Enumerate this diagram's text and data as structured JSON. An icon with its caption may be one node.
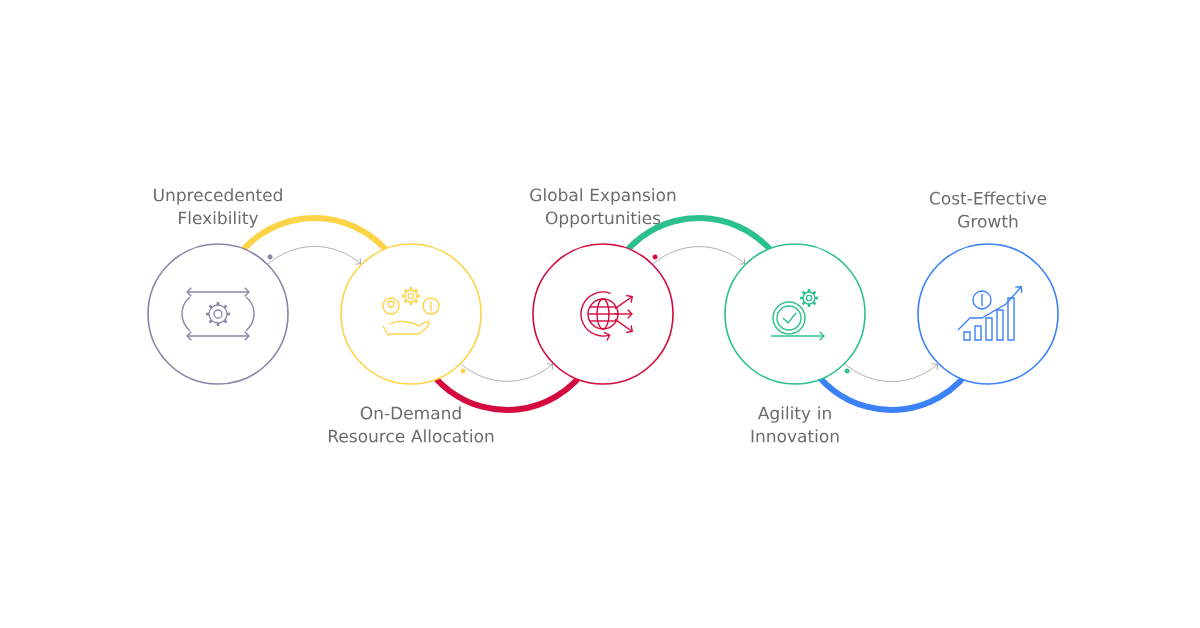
{
  "diagram": {
    "nodes": [
      {
        "text": [
          "Unprecedented Flexibility"
        ]
      },
      {
        "text": [
          "On-Demand Resource Allocation"
        ]
      },
      {
        "text": [
          "Global Expansion Opportunities"
        ]
      },
      {
        "text": [
          "Agility in Innovation"
        ]
      },
      {
        "text": [
          "Cost-Effective Growth"
        ]
      }
    ],
    "edges": [
      {
        "from": 0,
        "to": 1,
        "arrow": "to"
      },
      {
        "from": 1,
        "to": 2,
        "arrow": "to"
      },
      {
        "from": 2,
        "to": 3,
        "arrow": "to"
      },
      {
        "from": 3,
        "to": 4,
        "arrow": "to"
      }
    ]
  }
}
